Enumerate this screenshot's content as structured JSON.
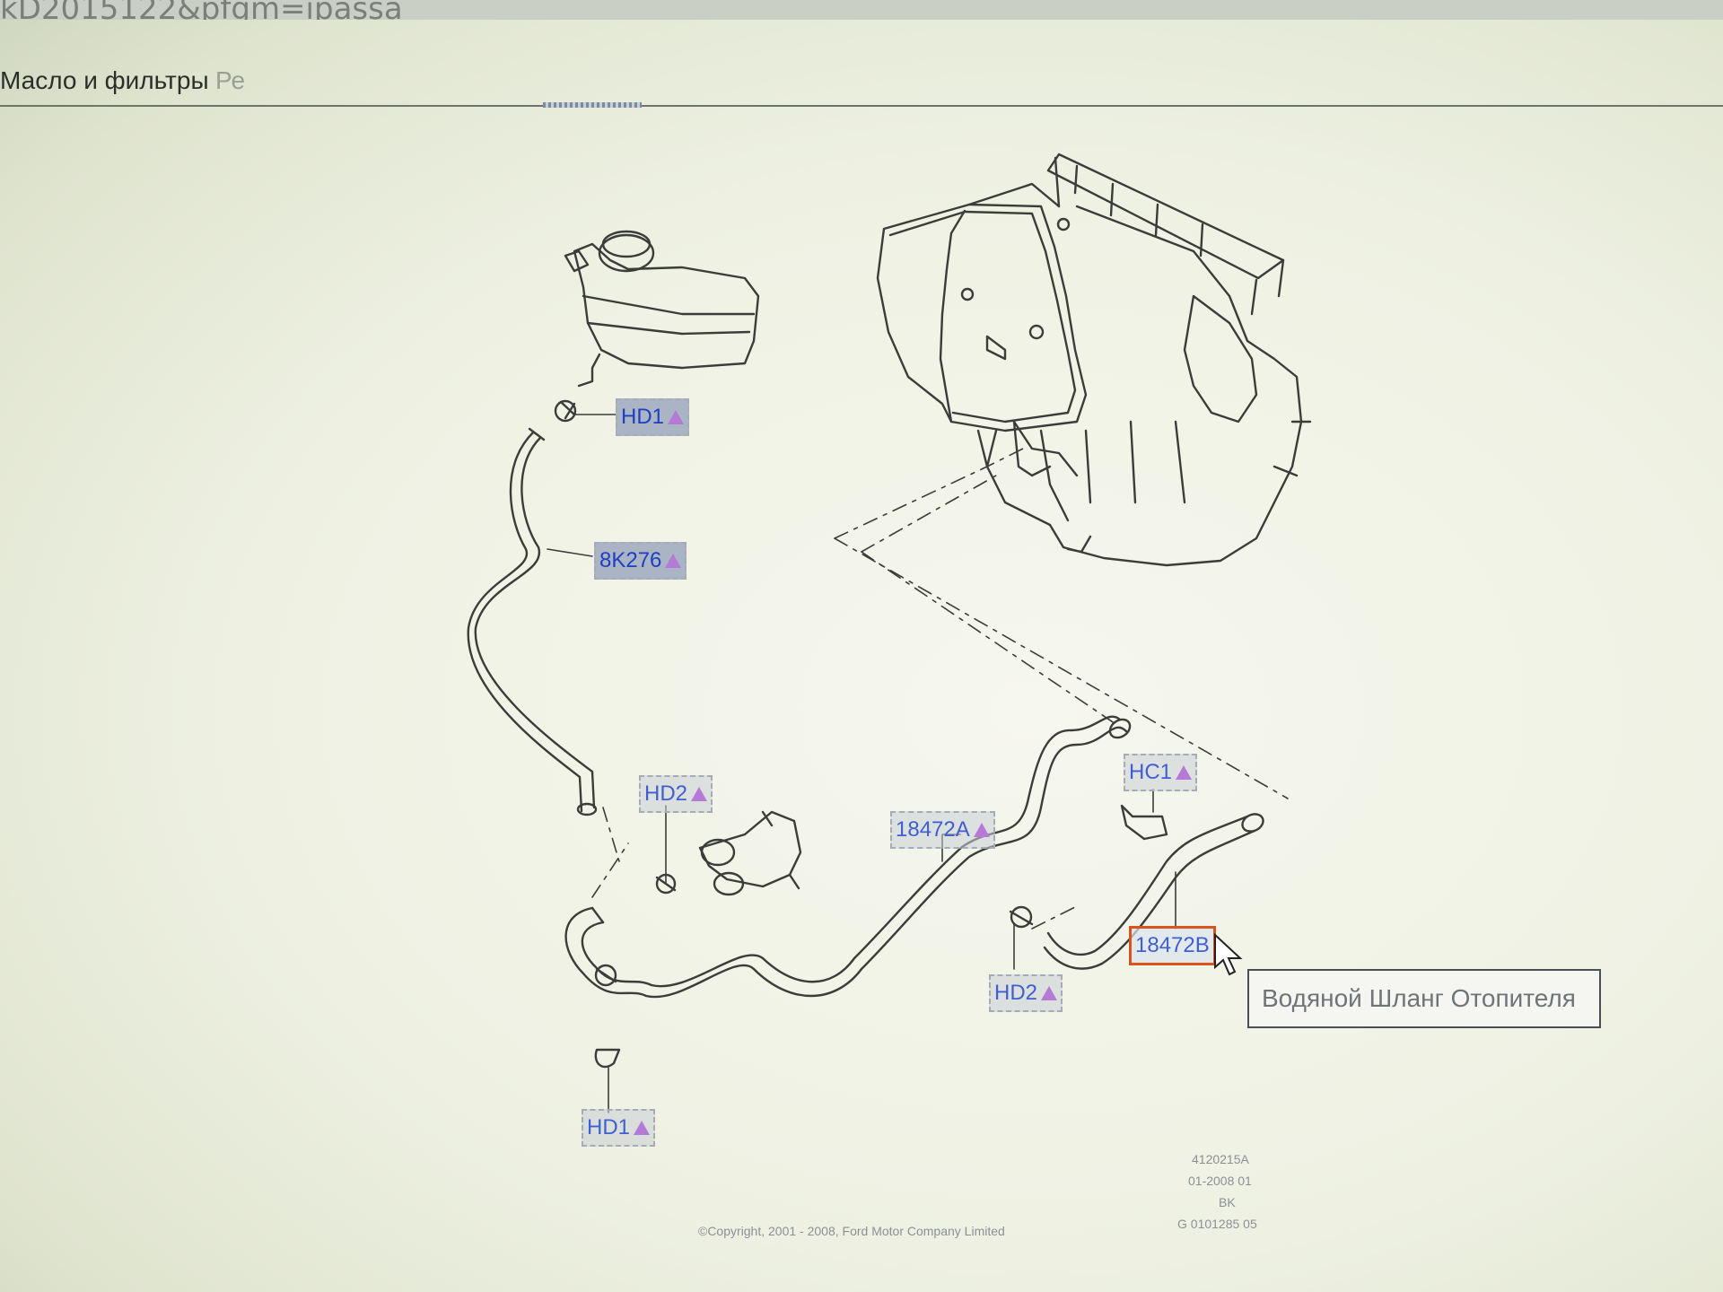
{
  "browser": {
    "url_fragment": "kD2015122&pfgm=ipassa"
  },
  "menu": {
    "items": [
      "Масло и фильтры",
      "Ре"
    ]
  },
  "callouts": {
    "hd1_top": "HD1",
    "hose_8k276": "8K276",
    "hd2_left": "HD2",
    "hose_18472a": "18472A",
    "hc1": "HC1",
    "hose_18472b": "18472B",
    "hd2_right": "HD2",
    "hd1_bottom": "HD1"
  },
  "tooltip": {
    "text": "Водяной Шланг Отопителя"
  },
  "footer": {
    "ref_lines": [
      "4120215A",
      "01-2008 01",
      "BK",
      "G 0101285 05"
    ],
    "copyright": "©Copyright, 2001 - 2008, Ford Motor Company Limited"
  },
  "colors": {
    "callout_text": "#3f5fd0",
    "selected_border": "#d8541e",
    "indicator_triangle": "#b57ad6"
  },
  "icons": [
    "warning-triangle-icon",
    "mouse-pointer-icon"
  ]
}
